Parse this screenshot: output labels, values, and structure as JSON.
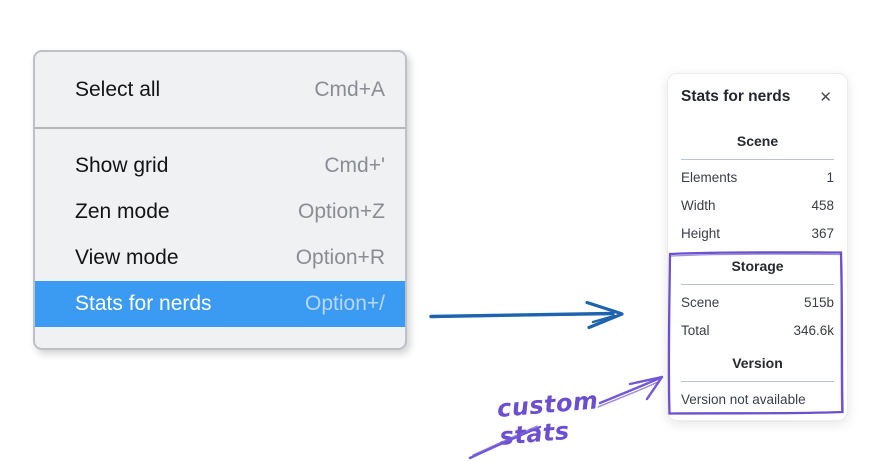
{
  "menu": {
    "sections": [
      {
        "items": [
          {
            "label": "Select all",
            "shortcut": "Cmd+A"
          }
        ]
      },
      {
        "items": [
          {
            "label": "Show grid",
            "shortcut": "Cmd+'"
          },
          {
            "label": "Zen mode",
            "shortcut": "Option+Z"
          },
          {
            "label": "View mode",
            "shortcut": "Option+R"
          },
          {
            "label": "Stats for nerds",
            "shortcut": "Option+/"
          }
        ]
      }
    ],
    "highlighted_item": "Stats for nerds",
    "highlight_color": "#3b9af2"
  },
  "stats_panel": {
    "title": "Stats for nerds",
    "close_icon": "✕",
    "sections": [
      {
        "heading": "Scene",
        "rows": [
          {
            "label": "Elements",
            "value": "1"
          },
          {
            "label": "Width",
            "value": "458"
          },
          {
            "label": "Height",
            "value": "367"
          }
        ]
      },
      {
        "heading": "Storage",
        "rows": [
          {
            "label": "Scene",
            "value": "515b"
          },
          {
            "label": "Total",
            "value": "346.6k"
          }
        ]
      },
      {
        "heading": "Version",
        "note": "Version not available"
      }
    ]
  },
  "annotation": {
    "label": "custom stats",
    "color": "#6b4fd0"
  },
  "colors": {
    "arrow_blue": "#1e63ae",
    "annotation_purple": "#6b4fd0"
  }
}
